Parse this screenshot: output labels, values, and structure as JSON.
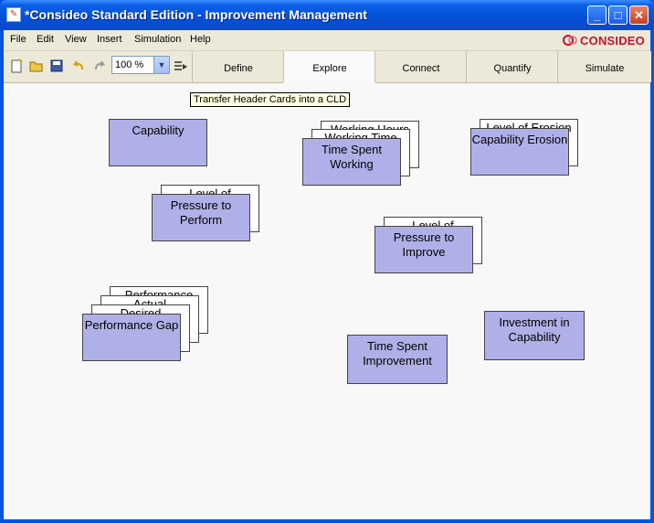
{
  "window": {
    "title": "*Consideo Standard Edition - Improvement Management"
  },
  "menu": [
    "File",
    "Edit",
    "View",
    "Insert",
    "Simulation",
    "Help"
  ],
  "brand": {
    "name": "CONSIDEO",
    "color": "#c8102e"
  },
  "toolbar": {
    "zoom_value": "100 %",
    "icons": [
      "new-icon",
      "open-icon",
      "save-icon",
      "undo-icon",
      "redo-icon",
      "transfer-icon"
    ]
  },
  "tabs": [
    "Define",
    "Explore",
    "Connect",
    "Quantify",
    "Simulate"
  ],
  "active_tab": "Explore",
  "tooltip": "Transfer Header Cards into a CLD",
  "cards": {
    "capability": "Capability",
    "time_spent_working": "Time Spent Working",
    "working_back_1": "Working Hours",
    "working_back_2": "Working Time",
    "capability_erosion": "Capability Erosion",
    "erosion_back": "Level of Erosion",
    "pressure_to_perform": "Pressure to Perform",
    "perform_back": "Level of",
    "pressure_to_improve": "Pressure to Improve",
    "improve_back": "Level of",
    "performance_gap": "Performance Gap",
    "gap_back_1": "Performance",
    "gap_back_2": "Actual",
    "gap_back_3": "Desired",
    "investment_in_capability": "Investment in Capability",
    "time_spent_improvement": "Time Spent Improvement"
  },
  "colors": {
    "card_fill": "#b0b0e8",
    "canvas": "#f8f8f8",
    "titlebar": "#0550d8"
  }
}
